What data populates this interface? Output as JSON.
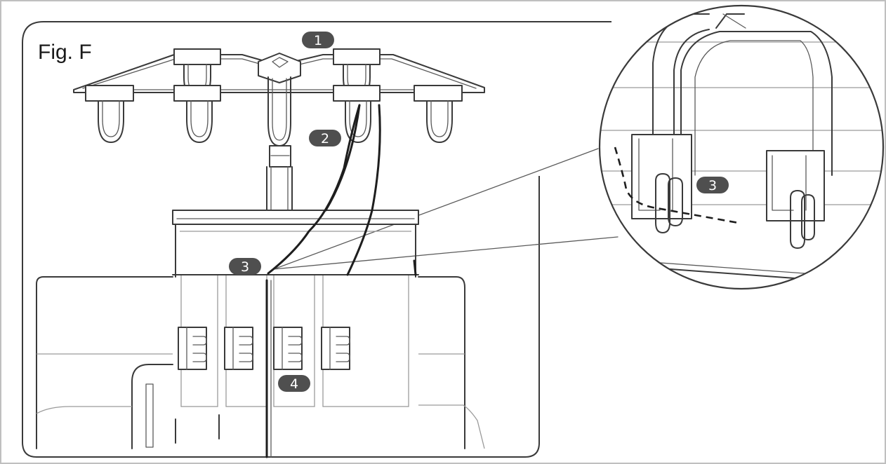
{
  "figure": {
    "title": "Fig. F",
    "colors": {
      "frame": "#bfbfbf",
      "line": "#3a3a3a",
      "wire": "#1e1e1e",
      "callout_fill": "#4f4f4f",
      "callout_text": "#ffffff"
    }
  },
  "callouts": [
    {
      "id": "c1",
      "label": "1"
    },
    {
      "id": "c2",
      "label": "2"
    },
    {
      "id": "c3-main",
      "label": "3"
    },
    {
      "id": "c4",
      "label": "4"
    },
    {
      "id": "c3-zoom",
      "label": "3"
    }
  ]
}
